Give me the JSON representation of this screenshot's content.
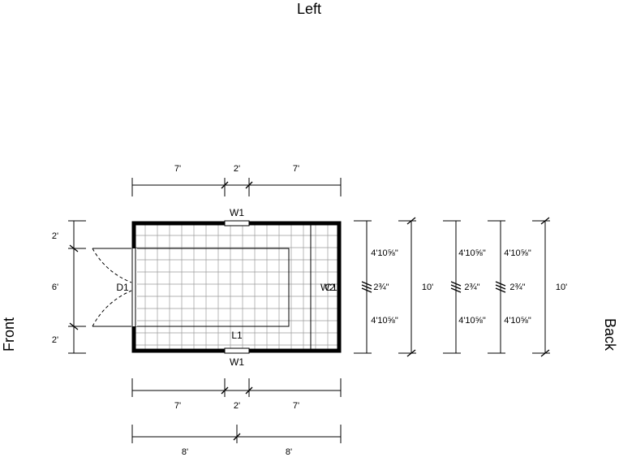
{
  "sides": {
    "left": "Left",
    "front": "Front",
    "back": "Back"
  },
  "labels": {
    "door": "D1",
    "window": "W1",
    "loft": "L1",
    "wall_right": "W2",
    "wall_right_overlay": "C1"
  },
  "dimensions": {
    "top": [
      "7'",
      "2'",
      "7'"
    ],
    "bottom_upper": [
      "7'",
      "2'",
      "7'"
    ],
    "bottom_lower": [
      "8'",
      "8'"
    ],
    "left": [
      "2'",
      "6'",
      "2'"
    ],
    "right_a": [
      "4'10⅝\"",
      "2¾\"",
      "4'10⅝\""
    ],
    "right_b": "10'",
    "right_c": [
      "4'10⅝\"",
      "2¾\"",
      "4'10⅝\""
    ],
    "right_d": [
      "4'10⅝\"",
      "2¾\"",
      "4'10⅝\""
    ],
    "right_e": "10'"
  }
}
